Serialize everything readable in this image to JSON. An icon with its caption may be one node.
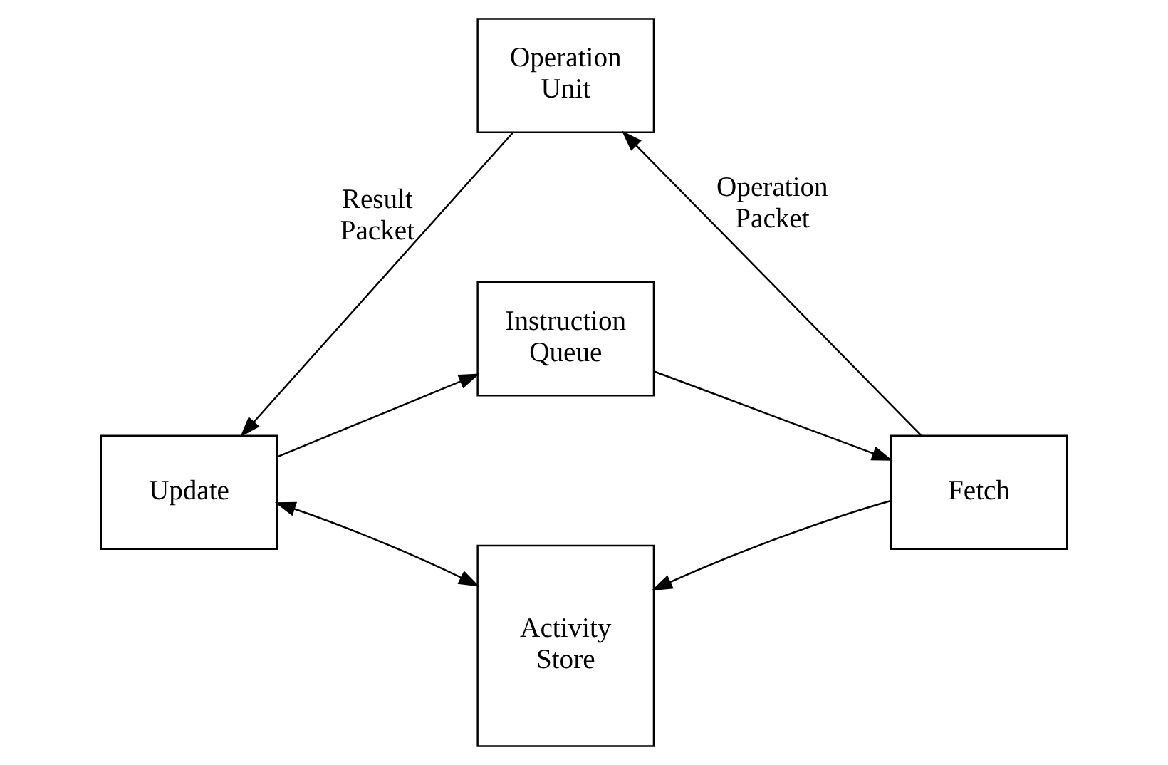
{
  "diagram": {
    "nodes": [
      {
        "text": [
          "Operation Unit"
        ]
      },
      {
        "text": [
          "Update"
        ]
      },
      {
        "text": [
          "Instruction Queue"
        ]
      },
      {
        "text": [
          "Fetch"
        ]
      },
      {
        "text": [
          "Activity Store"
        ]
      }
    ],
    "edges": [
      {
        "from": 3,
        "to": 0,
        "arrow": "to",
        "label": "Operation Packet"
      },
      {
        "from": 0,
        "to": 1,
        "arrow": "to",
        "label": "Result Packet"
      },
      {
        "from": 1,
        "to": 2,
        "arrow": "to"
      },
      {
        "from": 2,
        "to": 3,
        "arrow": "to"
      },
      {
        "from": 1,
        "to": 4,
        "arrow": "both"
      },
      {
        "from": 3,
        "to": 4,
        "arrow": "to"
      }
    ]
  }
}
